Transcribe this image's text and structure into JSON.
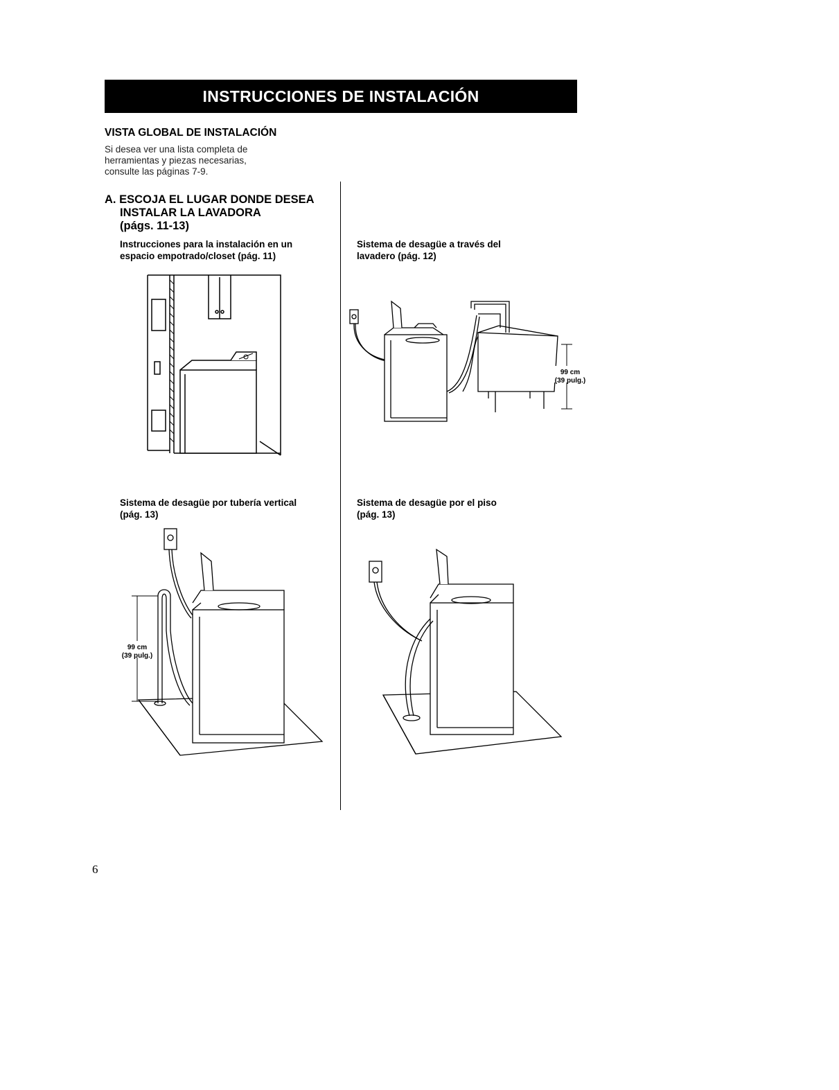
{
  "header": {
    "title": "INSTRUCCIONES DE INSTALACIÓN"
  },
  "overview": {
    "heading": "VISTA GLOBAL DE INSTALACIÓN",
    "lines": [
      "Si desea ver una lista completa de",
      "herramientas y piezas necesarias,",
      "consulte las páginas 7-9."
    ]
  },
  "section_a": {
    "lines": [
      "A. ESCOJA EL LUGAR DONDE DESEA",
      "INSTALAR LA LAVADORA",
      "(págs. 11-13)"
    ]
  },
  "figures": {
    "closet": {
      "caption": [
        "Instrucciones para la instalación en un",
        "espacio empotrado/closet (pág. 11)"
      ]
    },
    "laundry_tub": {
      "caption": [
        "Sistema de desagüe a través del",
        "lavadero (pág. 12)"
      ],
      "dim_cm": "99 cm",
      "dim_in": "(39 pulg.)"
    },
    "standpipe": {
      "caption": [
        "Sistema de desagüe por tubería vertical",
        "(pág. 13)"
      ],
      "dim_cm": "99 cm",
      "dim_in": "(39 pulg.)"
    },
    "floor_drain": {
      "caption": [
        "Sistema de desagüe por el piso",
        "(pág. 13)"
      ]
    }
  },
  "page_number": "6"
}
